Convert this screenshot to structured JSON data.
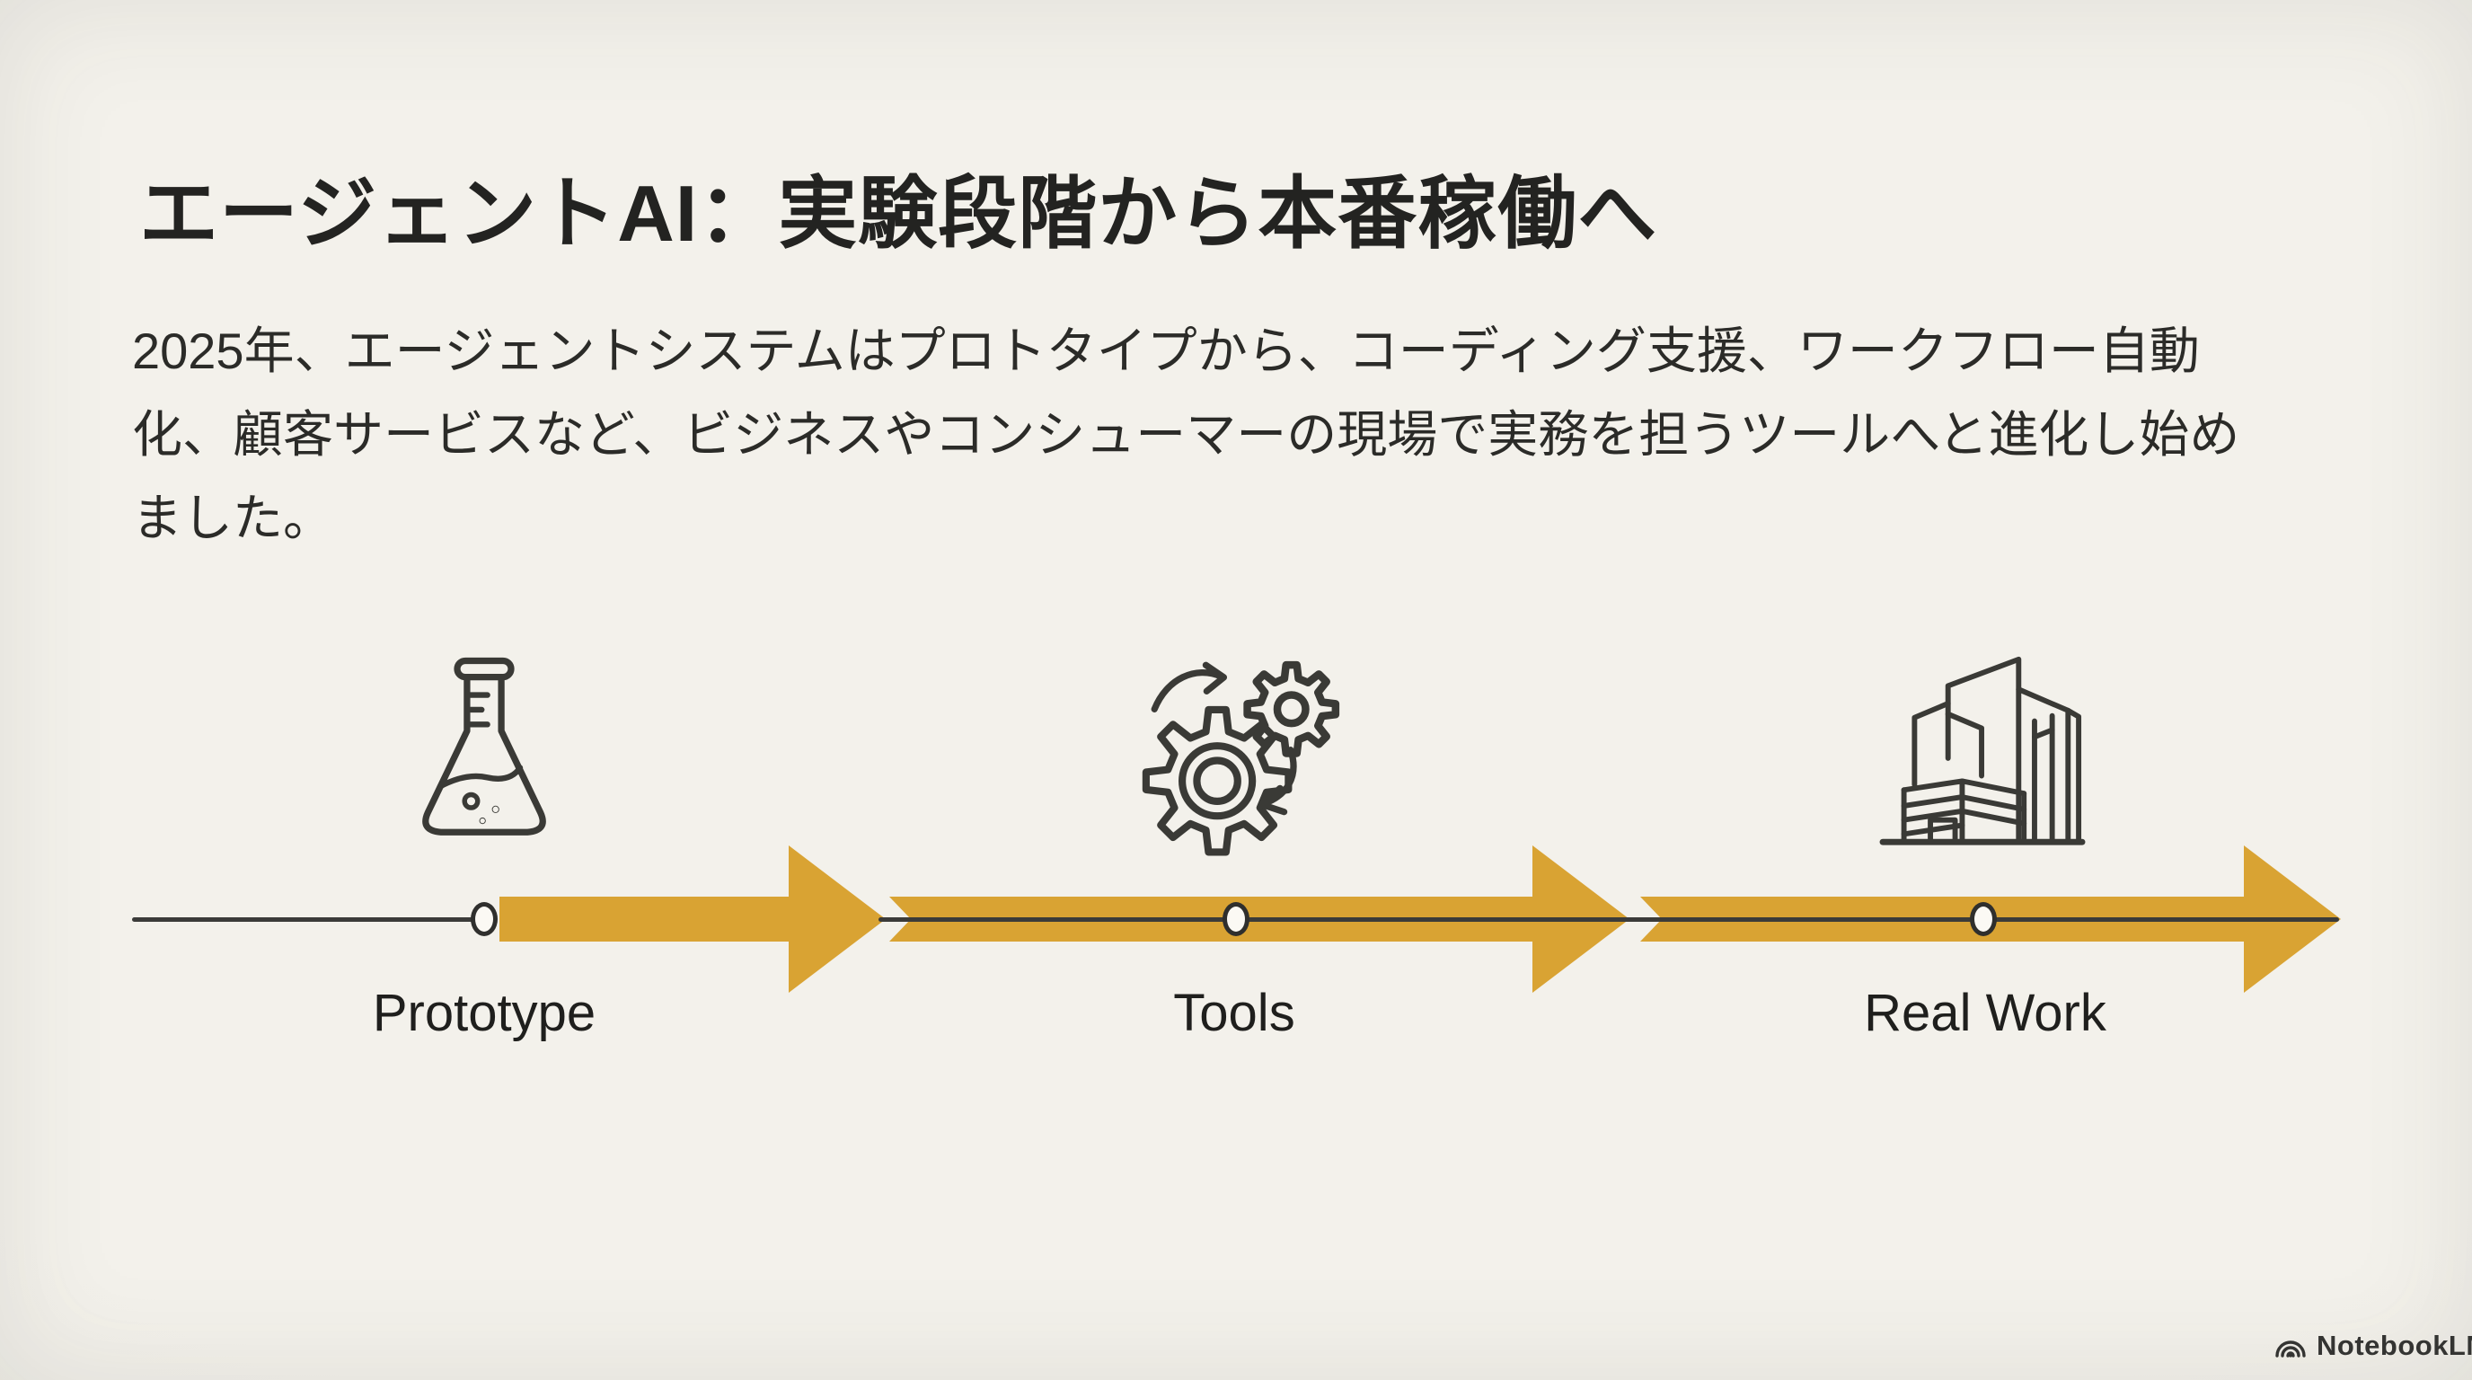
{
  "slide": {
    "title": "エージェントAI：実験段階から本番稼働へ",
    "body_lines": [
      "2025年、エージェントシステムはプロトタイプから、コーディング支援、ワークフロー自動",
      "化、顧客サービスなど、ビジネスやコンシューマーの現場で実務を担うツールへと進化し始め",
      "ました。"
    ]
  },
  "timeline": {
    "stages": [
      {
        "label": "Prototype",
        "icon": "flask-icon"
      },
      {
        "label": "Tools",
        "icon": "gears-icon"
      },
      {
        "label": "Real Work",
        "icon": "building-icon"
      }
    ]
  },
  "footer": {
    "brand": "NotebookLM"
  },
  "colors": {
    "background": "#F2F0EA",
    "accent_gold": "#D9A333",
    "text_primary": "#232321",
    "timeline_line": "#3B3B39",
    "icon_stroke": "#3A3A36"
  }
}
